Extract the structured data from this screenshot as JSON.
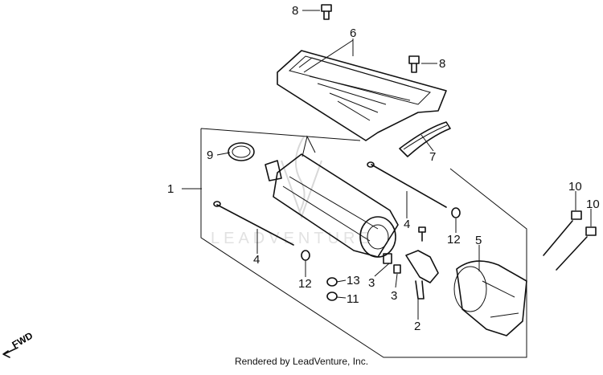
{
  "diagram": {
    "watermark_text": "LEADVENTURE",
    "direction_label": "FWD",
    "callouts": [
      {
        "id": "c1",
        "label": "1"
      },
      {
        "id": "c2",
        "label": "2"
      },
      {
        "id": "c3a",
        "label": "3"
      },
      {
        "id": "c3b",
        "label": "3"
      },
      {
        "id": "c4a",
        "label": "4"
      },
      {
        "id": "c4b",
        "label": "4"
      },
      {
        "id": "c5",
        "label": "5"
      },
      {
        "id": "c6",
        "label": "6"
      },
      {
        "id": "c7",
        "label": "7"
      },
      {
        "id": "c8a",
        "label": "8"
      },
      {
        "id": "c8b",
        "label": "8"
      },
      {
        "id": "c9",
        "label": "9"
      },
      {
        "id": "c10a",
        "label": "10"
      },
      {
        "id": "c10b",
        "label": "10"
      },
      {
        "id": "c11",
        "label": "11"
      },
      {
        "id": "c12a",
        "label": "12"
      },
      {
        "id": "c12b",
        "label": "12"
      },
      {
        "id": "c13",
        "label": "13"
      }
    ]
  },
  "footer": {
    "text": "Rendered by LeadVenture, Inc."
  }
}
